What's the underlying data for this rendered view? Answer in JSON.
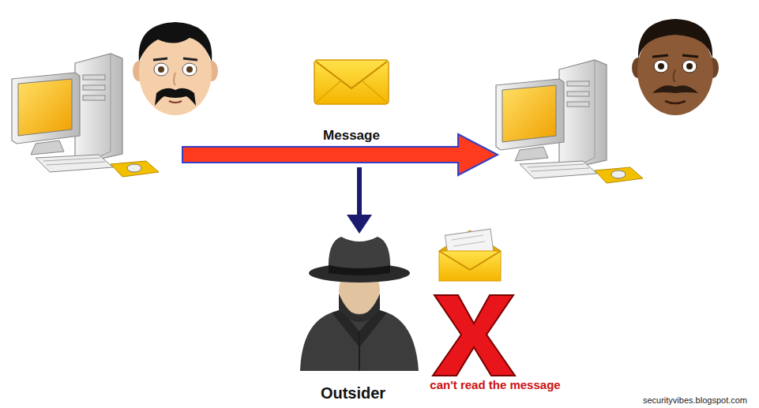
{
  "diagram": {
    "labels": [
      "Message",
      "Outsider",
      "can't read the message",
      "securityvibes.blogspot.com"
    ]
  }
}
